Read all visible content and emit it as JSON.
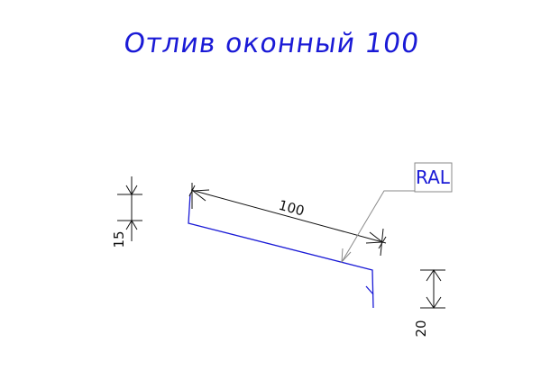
{
  "title": "Отлив оконный 100",
  "dimensions": {
    "length": "100",
    "left_height": "15",
    "right_height": "20"
  },
  "callout": {
    "label": "RAL"
  },
  "colors": {
    "profile": "#1a1ad6",
    "dimension": "#111111",
    "leader": "#8a8a8a"
  }
}
